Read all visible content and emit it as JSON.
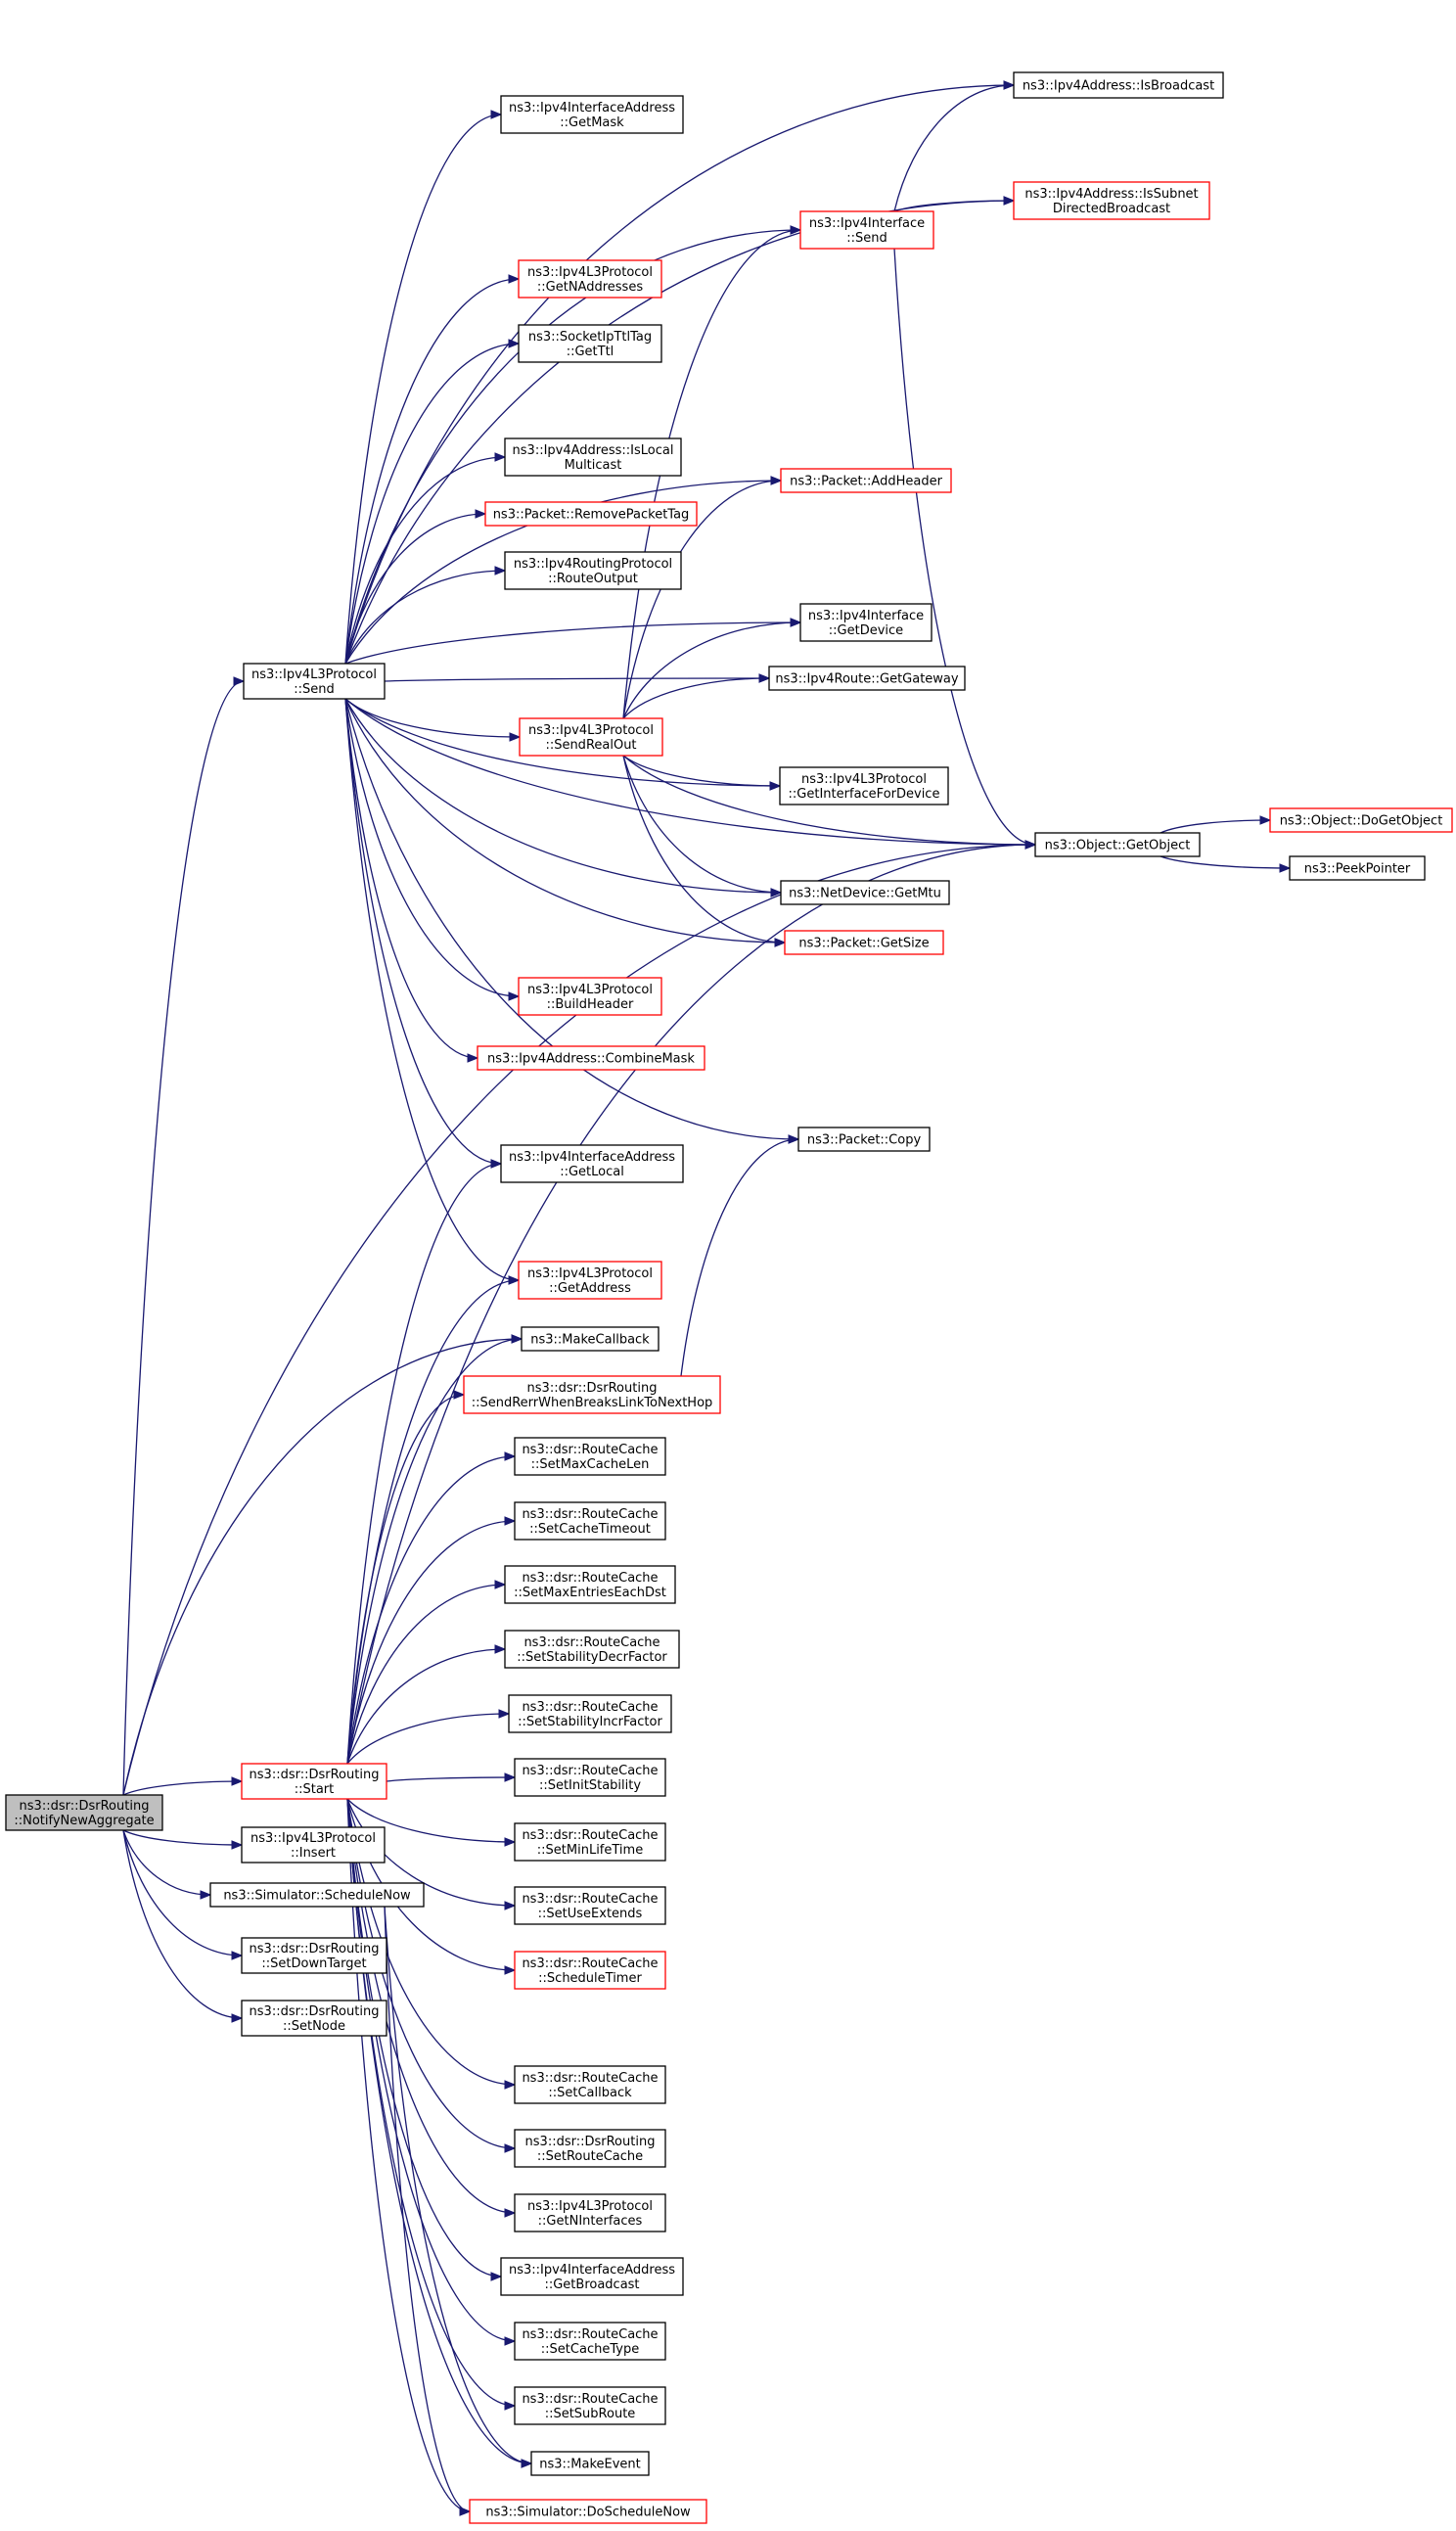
{
  "graph": {
    "title": "",
    "colors": {
      "edge": "#191970",
      "complete_border": "#000000",
      "incomplete_border": "#ff0000",
      "focus_fill": "#bfbfbf",
      "background": "#ffffff"
    },
    "nodes": [
      {
        "id": "root",
        "lines": [
          "ns3::dsr::DsrRouting",
          "::NotifyNewAggregate"
        ],
        "style": "focus"
      },
      {
        "id": "send",
        "lines": [
          "ns3::Ipv4L3Protocol",
          "::Send"
        ],
        "style": "normal"
      },
      {
        "id": "start",
        "lines": [
          "ns3::dsr::DsrRouting",
          "::Start"
        ],
        "style": "partial"
      },
      {
        "id": "insert",
        "lines": [
          "ns3::Ipv4L3Protocol",
          "::Insert"
        ],
        "style": "normal"
      },
      {
        "id": "schednow",
        "lines": [
          "ns3::Simulator::ScheduleNow"
        ],
        "style": "normal"
      },
      {
        "id": "setdown",
        "lines": [
          "ns3::dsr::DsrRouting",
          "::SetDownTarget"
        ],
        "style": "normal"
      },
      {
        "id": "setnode",
        "lines": [
          "ns3::dsr::DsrRouting",
          "::SetNode"
        ],
        "style": "normal"
      },
      {
        "id": "isbroadcast",
        "lines": [
          "ns3::Ipv4Address::IsBroadcast"
        ],
        "style": "normal"
      },
      {
        "id": "getmask",
        "lines": [
          "ns3::Ipv4InterfaceAddress",
          "::GetMask"
        ],
        "style": "normal"
      },
      {
        "id": "issubnet",
        "lines": [
          "ns3::Ipv4Address::IsSubnet",
          "DirectedBroadcast"
        ],
        "style": "partial"
      },
      {
        "id": "ifsend",
        "lines": [
          "ns3::Ipv4Interface",
          "::Send"
        ],
        "style": "partial"
      },
      {
        "id": "getnaddr",
        "lines": [
          "ns3::Ipv4L3Protocol",
          "::GetNAddresses"
        ],
        "style": "partial"
      },
      {
        "id": "getttl",
        "lines": [
          "ns3::SocketIpTtlTag",
          "::GetTtl"
        ],
        "style": "normal"
      },
      {
        "id": "islocalmc",
        "lines": [
          "ns3::Ipv4Address::IsLocal",
          "Multicast"
        ],
        "style": "normal"
      },
      {
        "id": "addheader",
        "lines": [
          "ns3::Packet::AddHeader"
        ],
        "style": "partial"
      },
      {
        "id": "rmtag",
        "lines": [
          "ns3::Packet::RemovePacketTag"
        ],
        "style": "partial"
      },
      {
        "id": "routeout",
        "lines": [
          "ns3::Ipv4RoutingProtocol",
          "::RouteOutput"
        ],
        "style": "normal"
      },
      {
        "id": "ifgetdev",
        "lines": [
          "ns3::Ipv4Interface",
          "::GetDevice"
        ],
        "style": "normal"
      },
      {
        "id": "getgw",
        "lines": [
          "ns3::Ipv4Route::GetGateway"
        ],
        "style": "normal"
      },
      {
        "id": "sendreal",
        "lines": [
          "ns3::Ipv4L3Protocol",
          "::SendRealOut"
        ],
        "style": "partial"
      },
      {
        "id": "getiffordev",
        "lines": [
          "ns3::Ipv4L3Protocol",
          "::GetInterfaceForDevice"
        ],
        "style": "normal"
      },
      {
        "id": "getobject",
        "lines": [
          "ns3::Object::GetObject"
        ],
        "style": "normal"
      },
      {
        "id": "dogetobject",
        "lines": [
          "ns3::Object::DoGetObject"
        ],
        "style": "partial"
      },
      {
        "id": "peekptr",
        "lines": [
          "ns3::PeekPointer"
        ],
        "style": "normal"
      },
      {
        "id": "getmtu",
        "lines": [
          "ns3::NetDevice::GetMtu"
        ],
        "style": "normal"
      },
      {
        "id": "getsize",
        "lines": [
          "ns3::Packet::GetSize"
        ],
        "style": "partial"
      },
      {
        "id": "buildhdr",
        "lines": [
          "ns3::Ipv4L3Protocol",
          "::BuildHeader"
        ],
        "style": "partial"
      },
      {
        "id": "combmask",
        "lines": [
          "ns3::Ipv4Address::CombineMask"
        ],
        "style": "partial"
      },
      {
        "id": "copy",
        "lines": [
          "ns3::Packet::Copy"
        ],
        "style": "normal"
      },
      {
        "id": "getlocal",
        "lines": [
          "ns3::Ipv4InterfaceAddress",
          "::GetLocal"
        ],
        "style": "normal"
      },
      {
        "id": "getaddr",
        "lines": [
          "ns3::Ipv4L3Protocol",
          "::GetAddress"
        ],
        "style": "partial"
      },
      {
        "id": "makecb",
        "lines": [
          "ns3::MakeCallback"
        ],
        "style": "normal"
      },
      {
        "id": "senderr",
        "lines": [
          "ns3::dsr::DsrRouting",
          "::SendRerrWhenBreaksLinkToNextHop"
        ],
        "style": "partial"
      },
      {
        "id": "setmaxcache",
        "lines": [
          "ns3::dsr::RouteCache",
          "::SetMaxCacheLen"
        ],
        "style": "normal"
      },
      {
        "id": "setcachetime",
        "lines": [
          "ns3::dsr::RouteCache",
          "::SetCacheTimeout"
        ],
        "style": "normal"
      },
      {
        "id": "setmaxent",
        "lines": [
          "ns3::dsr::RouteCache",
          "::SetMaxEntriesEachDst"
        ],
        "style": "normal"
      },
      {
        "id": "setstabdecr",
        "lines": [
          "ns3::dsr::RouteCache",
          "::SetStabilityDecrFactor"
        ],
        "style": "normal"
      },
      {
        "id": "setstabincr",
        "lines": [
          "ns3::dsr::RouteCache",
          "::SetStabilityIncrFactor"
        ],
        "style": "normal"
      },
      {
        "id": "setinitstab",
        "lines": [
          "ns3::dsr::RouteCache",
          "::SetInitStability"
        ],
        "style": "normal"
      },
      {
        "id": "setminlife",
        "lines": [
          "ns3::dsr::RouteCache",
          "::SetMinLifeTime"
        ],
        "style": "normal"
      },
      {
        "id": "setuseext",
        "lines": [
          "ns3::dsr::RouteCache",
          "::SetUseExtends"
        ],
        "style": "normal"
      },
      {
        "id": "schedtimer",
        "lines": [
          "ns3::dsr::RouteCache",
          "::ScheduleTimer"
        ],
        "style": "partial"
      },
      {
        "id": "setcallback",
        "lines": [
          "ns3::dsr::RouteCache",
          "::SetCallback"
        ],
        "style": "normal"
      },
      {
        "id": "setroutecache",
        "lines": [
          "ns3::dsr::DsrRouting",
          "::SetRouteCache"
        ],
        "style": "normal"
      },
      {
        "id": "getnif",
        "lines": [
          "ns3::Ipv4L3Protocol",
          "::GetNInterfaces"
        ],
        "style": "normal"
      },
      {
        "id": "getbcast",
        "lines": [
          "ns3::Ipv4InterfaceAddress",
          "::GetBroadcast"
        ],
        "style": "normal"
      },
      {
        "id": "setcachetype",
        "lines": [
          "ns3::dsr::RouteCache",
          "::SetCacheType"
        ],
        "style": "normal"
      },
      {
        "id": "setsubroute",
        "lines": [
          "ns3::dsr::RouteCache",
          "::SetSubRoute"
        ],
        "style": "normal"
      },
      {
        "id": "makeevent",
        "lines": [
          "ns3::MakeEvent"
        ],
        "style": "normal"
      },
      {
        "id": "doschednow",
        "lines": [
          "ns3::Simulator::DoScheduleNow"
        ],
        "style": "partial"
      }
    ],
    "edges": [
      [
        "root",
        "send"
      ],
      [
        "root",
        "start"
      ],
      [
        "root",
        "insert"
      ],
      [
        "root",
        "schednow"
      ],
      [
        "root",
        "setdown"
      ],
      [
        "root",
        "setnode"
      ],
      [
        "root",
        "getobject"
      ],
      [
        "root",
        "makecb"
      ],
      [
        "send",
        "isbroadcast"
      ],
      [
        "send",
        "getmask"
      ],
      [
        "send",
        "issubnet"
      ],
      [
        "send",
        "ifsend"
      ],
      [
        "send",
        "getnaddr"
      ],
      [
        "send",
        "getttl"
      ],
      [
        "send",
        "islocalmc"
      ],
      [
        "send",
        "addheader"
      ],
      [
        "send",
        "rmtag"
      ],
      [
        "send",
        "routeout"
      ],
      [
        "send",
        "ifgetdev"
      ],
      [
        "send",
        "getgw"
      ],
      [
        "send",
        "sendreal"
      ],
      [
        "send",
        "getiffordev"
      ],
      [
        "send",
        "getobject"
      ],
      [
        "send",
        "getmtu"
      ],
      [
        "send",
        "getsize"
      ],
      [
        "send",
        "buildhdr"
      ],
      [
        "send",
        "combmask"
      ],
      [
        "send",
        "copy"
      ],
      [
        "send",
        "getlocal"
      ],
      [
        "send",
        "getaddr"
      ],
      [
        "ifsend",
        "isbroadcast"
      ],
      [
        "ifsend",
        "issubnet"
      ],
      [
        "ifsend",
        "getobject"
      ],
      [
        "sendreal",
        "ifsend"
      ],
      [
        "sendreal",
        "addheader"
      ],
      [
        "sendreal",
        "ifgetdev"
      ],
      [
        "sendreal",
        "getgw"
      ],
      [
        "sendreal",
        "getiffordev"
      ],
      [
        "sendreal",
        "getobject"
      ],
      [
        "sendreal",
        "getmtu"
      ],
      [
        "sendreal",
        "getsize"
      ],
      [
        "getobject",
        "dogetobject"
      ],
      [
        "getobject",
        "peekptr"
      ],
      [
        "senderr",
        "copy"
      ],
      [
        "start",
        "getlocal"
      ],
      [
        "start",
        "getaddr"
      ],
      [
        "start",
        "makecb"
      ],
      [
        "start",
        "senderr"
      ],
      [
        "start",
        "setmaxcache"
      ],
      [
        "start",
        "setcachetime"
      ],
      [
        "start",
        "setmaxent"
      ],
      [
        "start",
        "setstabdecr"
      ],
      [
        "start",
        "setstabincr"
      ],
      [
        "start",
        "setinitstab"
      ],
      [
        "start",
        "setminlife"
      ],
      [
        "start",
        "setuseext"
      ],
      [
        "start",
        "schedtimer"
      ],
      [
        "start",
        "getobject"
      ],
      [
        "start",
        "setcallback"
      ],
      [
        "start",
        "setroutecache"
      ],
      [
        "start",
        "getnif"
      ],
      [
        "start",
        "getbcast"
      ],
      [
        "start",
        "setcachetype"
      ],
      [
        "start",
        "setsubroute"
      ],
      [
        "start",
        "makeevent"
      ],
      [
        "start",
        "doschednow"
      ],
      [
        "schednow",
        "makeevent"
      ],
      [
        "schednow",
        "doschednow"
      ]
    ]
  }
}
